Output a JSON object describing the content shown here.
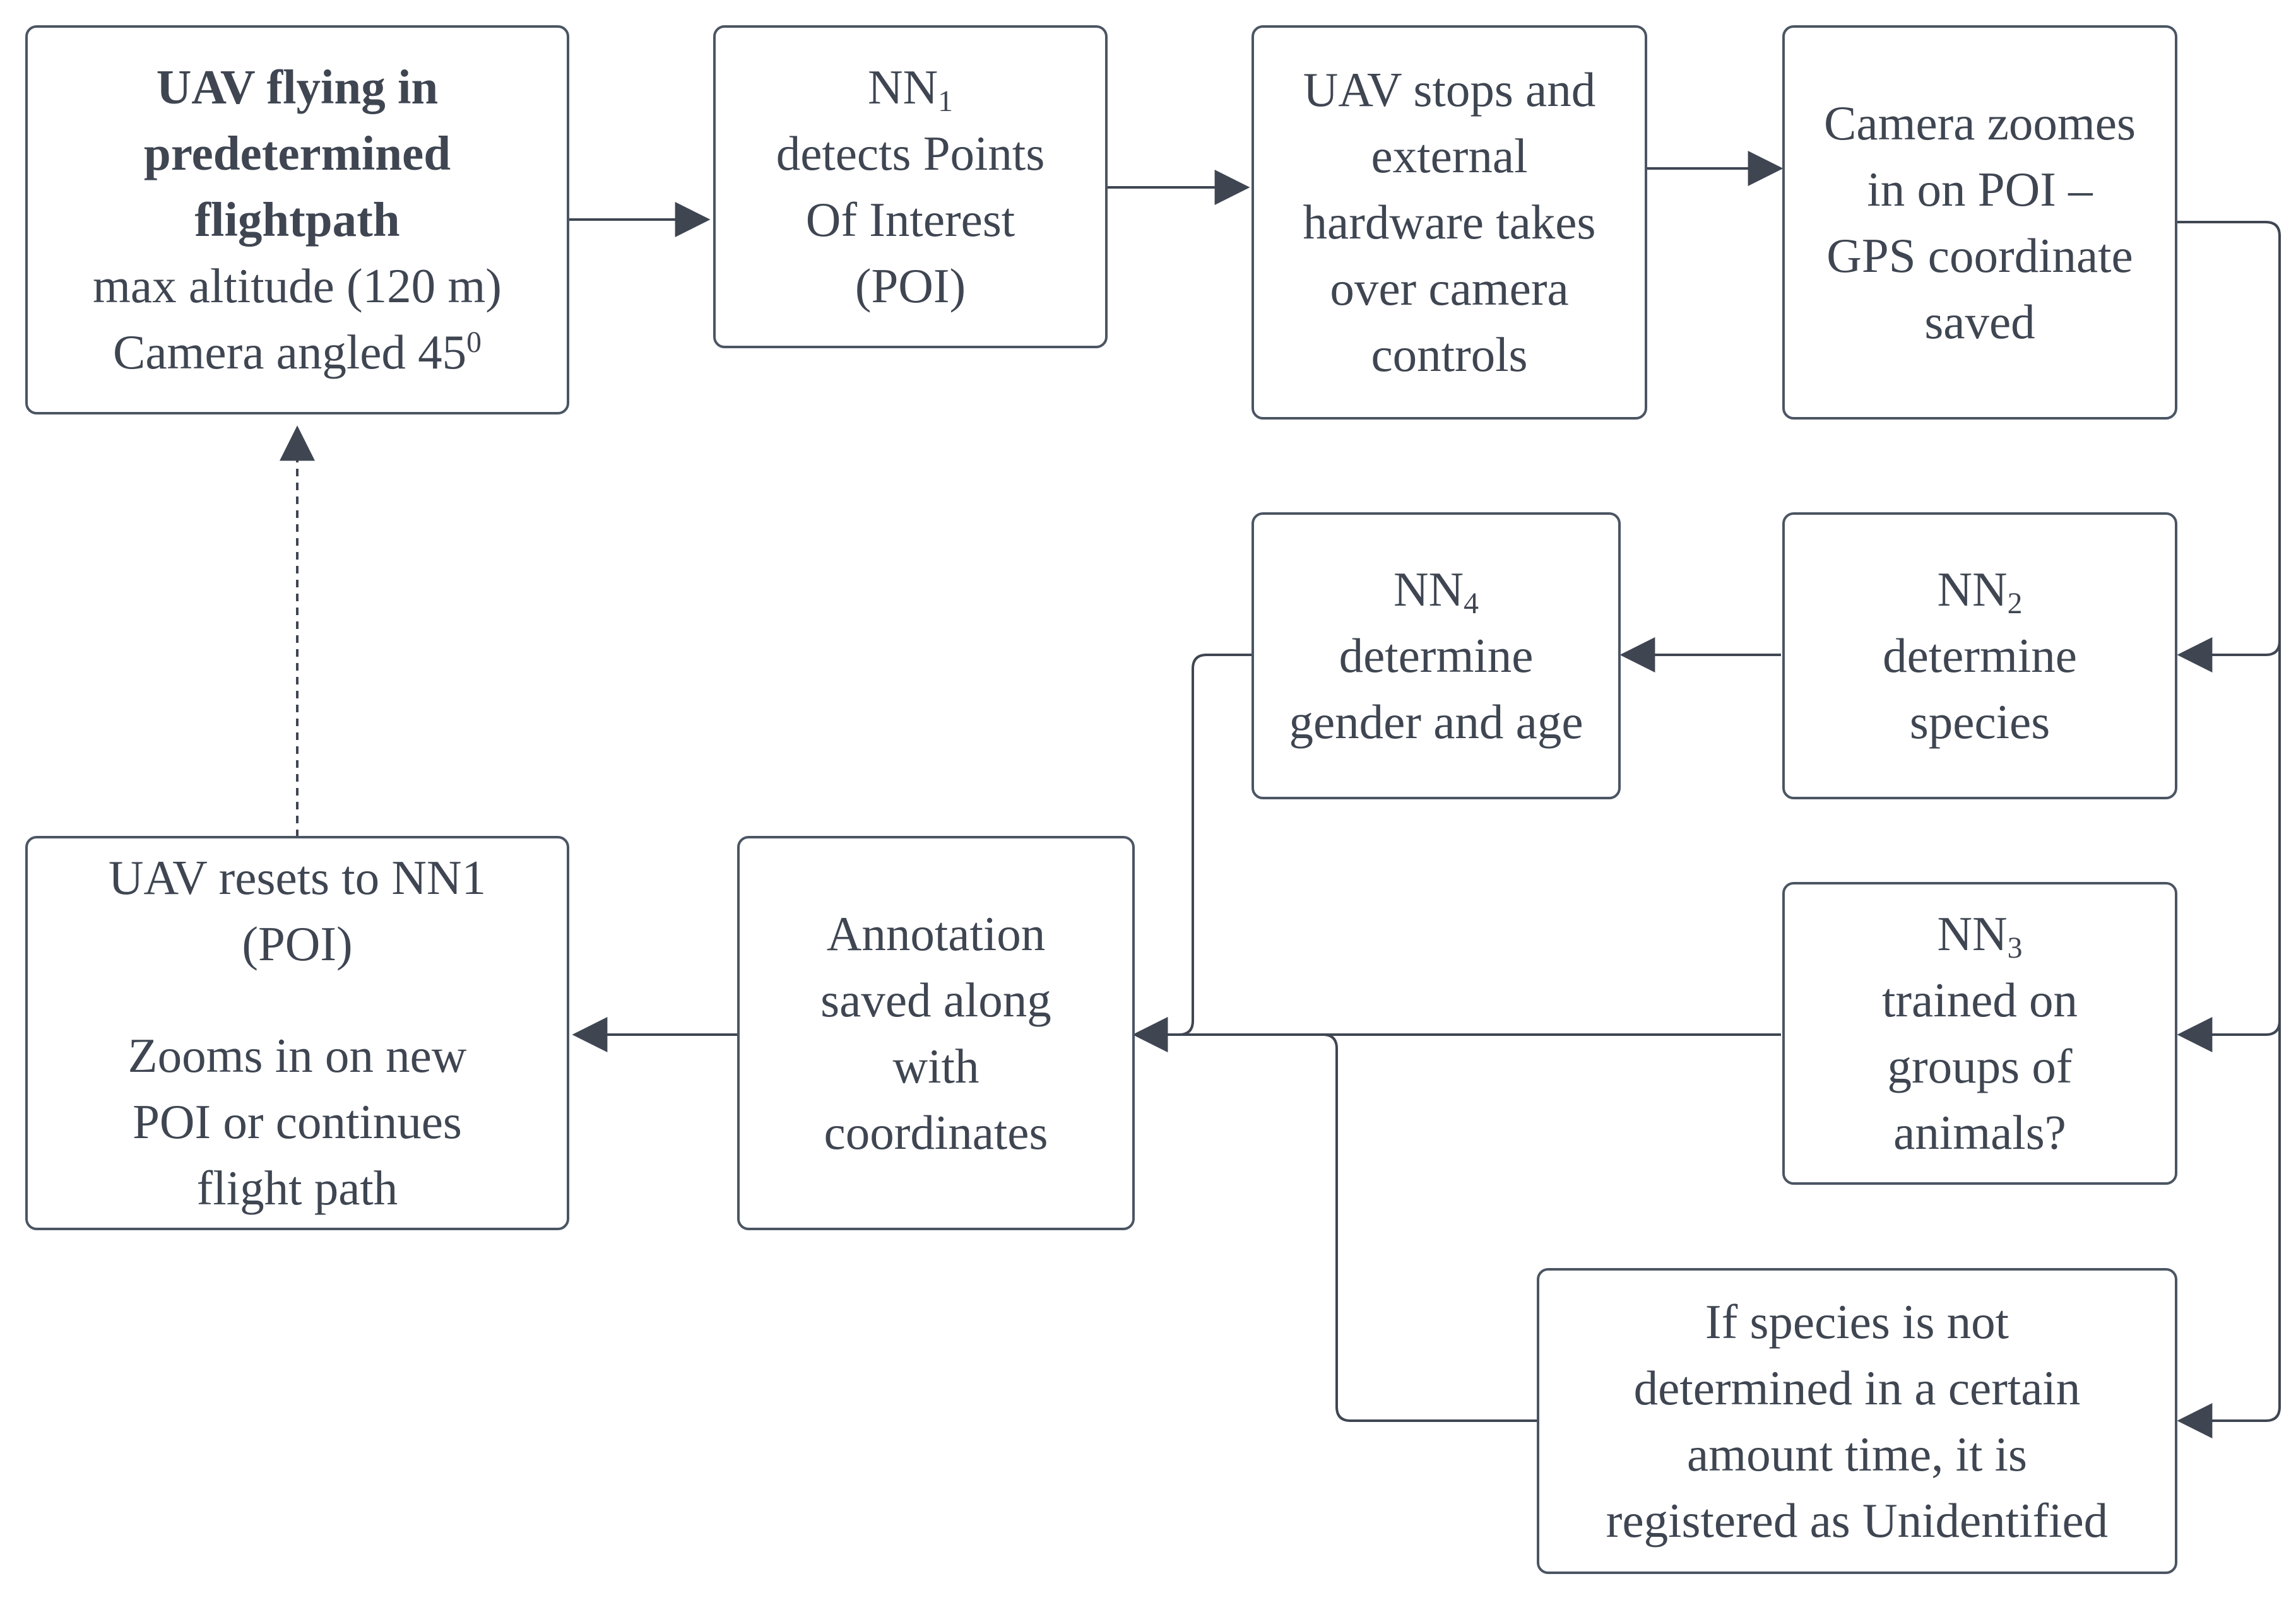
{
  "nodes": {
    "uav_flying": {
      "title_lines": [
        "UAV flying in",
        "predetermined",
        "flightpath"
      ],
      "line_altitude": "max altitude (120 m)",
      "line_camera": "Camera angled 45",
      "camera_superscript": "0"
    },
    "nn1_detects": {
      "nn_prefix": "NN",
      "nn_index": "1",
      "lines": [
        "detects Points",
        "Of Interest",
        "(POI)"
      ]
    },
    "uav_stops": {
      "lines": [
        "UAV stops and",
        "external",
        "hardware takes",
        "over camera",
        "controls"
      ]
    },
    "camera_zooms": {
      "lines": [
        "Camera zoomes",
        "in on POI –",
        "GPS coordinate",
        "saved"
      ]
    },
    "nn2_species": {
      "nn_prefix": "NN",
      "nn_index": "2",
      "lines": [
        "determine",
        "species"
      ]
    },
    "nn4_gender": {
      "nn_prefix": "NN",
      "nn_index": "4",
      "lines": [
        "determine",
        "gender and age"
      ]
    },
    "nn3_groups": {
      "nn_prefix": "NN",
      "nn_index": "3",
      "lines": [
        "trained on",
        "groups of",
        "animals?"
      ]
    },
    "unidentified": {
      "lines": [
        "If species is not",
        "determined in a certain",
        "amount time, it is",
        "registered as Unidentified"
      ]
    },
    "annotation": {
      "lines": [
        "Annotation",
        "saved along",
        "with",
        "coordinates"
      ]
    },
    "uav_resets": {
      "lines_top": [
        "UAV resets to NN1",
        "(POI)"
      ],
      "lines_bottom": [
        "Zooms in on new",
        "POI or continues",
        "flight path"
      ]
    }
  },
  "colors": {
    "stroke": "#3f4652",
    "text": "#3f4652",
    "background": "#ffffff"
  }
}
